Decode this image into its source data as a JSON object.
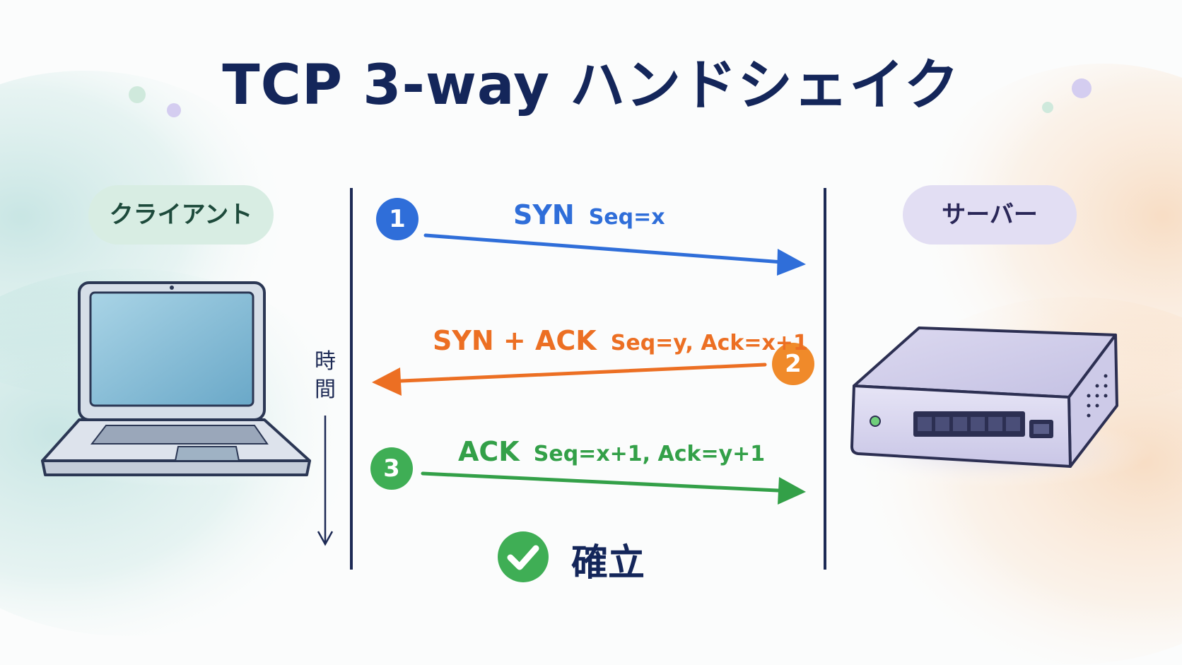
{
  "title": "TCP 3-way ハンドシェイク",
  "client": {
    "label": "クライアント",
    "device": "laptop"
  },
  "server": {
    "label": "サーバー",
    "device": "network-switch"
  },
  "time_axis": {
    "label": "時間"
  },
  "steps": [
    {
      "number": "1",
      "label": "SYN",
      "detail": "Seq=x",
      "direction": "client-to-server",
      "color": "#2f6ed9"
    },
    {
      "number": "2",
      "label": "SYN + ACK",
      "detail": "Seq=y, Ack=x+1",
      "direction": "server-to-client",
      "color": "#ec6f23"
    },
    {
      "number": "3",
      "label": "ACK",
      "detail": "Seq=x+1, Ack=y+1",
      "direction": "client-to-server",
      "color": "#33a048"
    }
  ],
  "result": {
    "label": "確立",
    "icon": "check-icon",
    "color": "#3fae55"
  },
  "colors": {
    "title": "#14265a",
    "timeline": "#1d2a55"
  }
}
